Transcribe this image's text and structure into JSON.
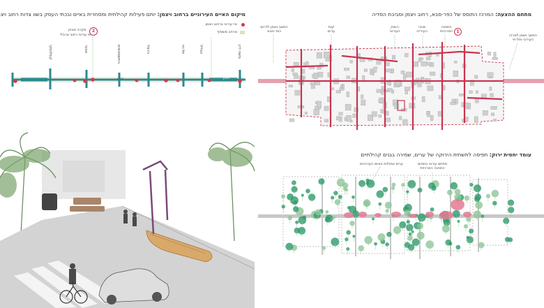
{
  "top_left": {
    "title_bold": "מיקום האיים העירוניים ברחוב ויצמן:",
    "title_rest": " יותם פעילות קהילתית ומסחרית באיים ובכתי העסק בשוו צדות רחוב ויצמן",
    "legend": [
      {
        "label": "איי עירוני ברחוב ויצמן",
        "color": "#d23a4a"
      },
      {
        "label": "מרחב משותף",
        "color": "#e8dcc0"
      }
    ],
    "callout": {
      "number": "2",
      "line1": "מקרה מבחן",
      "line2": "אי עירוני רחוב ארבלי"
    },
    "street_names": [
      "קפלנסקי",
      "אבנר",
      "החשמונאים",
      "הרצל",
      "תל-חי",
      "הגליל",
      "משה דיין"
    ],
    "road_label_mid": "ויצמן",
    "road_label_right": "ויצמן"
  },
  "top_right": {
    "title_bold": "מתחם ההצעה:",
    "title_rest": " המרכז התוסס של כפר-סבא, רחוב ויצמן וסביבת הסדיה",
    "callout_number": "1",
    "labels": [
      {
        "text": "המשך ויצמן לדרום",
        "text2": "כפר-סבא"
      },
      {
        "text": "קנת",
        "text2": "ערים"
      },
      {
        "text": "השוק",
        "text2": "העירוני"
      },
      {
        "text": "מכבי",
        "text2": "העירייה"
      },
      {
        "text": "התחנה",
        "text2": "המרכזית"
      },
      {
        "text": "המשך ויצמן למרכז",
        "text2": "העירוני ותל-חי"
      }
    ]
  },
  "bottom_right": {
    "title_bold": "עומד יחסית ירוק:",
    "title_rest": " תפיסה לתשתית הירוקה של ערים, שמירה בגנים קהילתיים",
    "labels": [
      {
        "text": "ערים שתולות באיים העירוניים"
      },
      {
        "text": "מתחם עירוני בתחום",
        "text2": "התחנה המרכזית"
      }
    ]
  },
  "colors": {
    "accent_red": "#c8344e",
    "street_teal": "#2a8a8f",
    "road_pink": "#e7a1ae",
    "green": "#2f9a6b",
    "grey": "#b9b9b9"
  }
}
